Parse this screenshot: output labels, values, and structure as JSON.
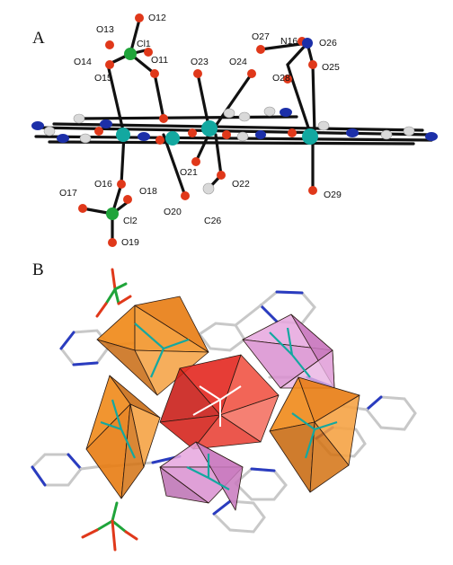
{
  "panels": {
    "a": {
      "letter": "A"
    },
    "b": {
      "letter": "B"
    }
  },
  "colors": {
    "oxygen": "#e0381a",
    "chlorine": "#1fa43a",
    "nitrogen": "#1c2fa8",
    "carbon": "#d9d9d9",
    "metal_cyan": "#13a8a0",
    "metal_teal": "#1a9e9b",
    "bond": "#111111",
    "poly_orange": "#f08a1a",
    "poly_red": "#e32820",
    "poly_pink": "#d98fd0",
    "wire_carbon": "#c8c8c8",
    "wire_nitrogen": "#2a3cc0"
  },
  "atom_labels": {
    "o12": "O12",
    "o13": "O13",
    "cl1": "Cl1",
    "o14": "O14",
    "o11": "O11",
    "o15": "O15",
    "o23": "O23",
    "o24": "O24",
    "o27": "O27",
    "n16": "N16",
    "o26": "O26",
    "o28": "O28",
    "o25": "O25",
    "o21": "O21",
    "o22": "O22",
    "o16": "O16",
    "o18": "O18",
    "o17": "O17",
    "cl2": "Cl2",
    "o20": "O20",
    "c26": "C26",
    "o29": "O29",
    "o19": "O19"
  }
}
